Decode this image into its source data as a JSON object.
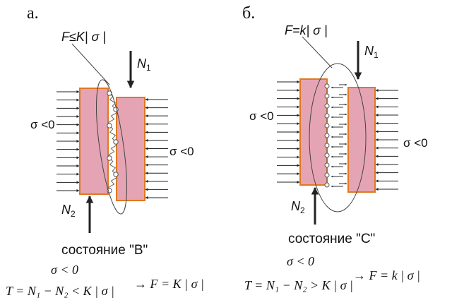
{
  "panel_a": {
    "letter": "а.",
    "force_label": "F≤K| σ |",
    "n1_label": "N",
    "n1_sub": "1",
    "n2_label": "N",
    "n2_sub": "2",
    "sigma_left": "σ <0",
    "sigma_right": "σ <0",
    "state_label": "состояние \"B\"",
    "cond_sigma": "σ < 0",
    "cond_T": "T = N₁ − N₂ < K | σ |",
    "cond_F": "→ F = K | σ |"
  },
  "panel_b": {
    "letter": "б.",
    "force_label": "F=k| σ |",
    "n1_label": "N",
    "n1_sub": "1",
    "n2_label": "N",
    "n2_sub": "2",
    "sigma_left": "σ <0",
    "sigma_right": "σ <0",
    "state_label": "состояние \"C\"",
    "cond_sigma": "σ < 0",
    "cond_T": "T = N₁ − N₂ > K | σ |",
    "cond_F": "→ F = k | σ |"
  },
  "colors": {
    "block_fill": "#e4a4b4",
    "block_stroke": "#e07820",
    "line": "#222222",
    "ellipse": "#444444"
  }
}
